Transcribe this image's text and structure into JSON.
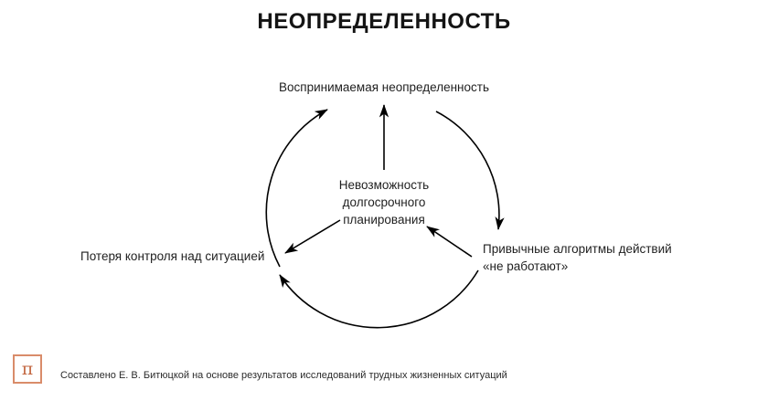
{
  "header": {
    "title": "НЕОПРЕДЕЛЕННОСТЬ"
  },
  "diagram": {
    "type": "cycle-diagram",
    "nodes": {
      "perceived": "Воспринимаемая неопределенность",
      "center": "Невозможность\nдолгосрочного\nпланирования",
      "algorithms": "Привычные алгоритмы действий\n«не работают»",
      "control": "Потеря контроля над ситуацией"
    },
    "arrows": [
      {
        "name": "arc-control-to-perceived",
        "from": "control",
        "to": "perceived",
        "style": "arc"
      },
      {
        "name": "arc-perceived-to-algorithms",
        "from": "perceived",
        "to": "algorithms",
        "style": "arc"
      },
      {
        "name": "arc-algorithms-to-control",
        "from": "algorithms",
        "to": "control",
        "style": "arc"
      },
      {
        "name": "line-center-to-perceived",
        "from": "center",
        "to": "perceived",
        "style": "straight"
      },
      {
        "name": "line-center-to-control",
        "from": "center",
        "to": "control",
        "style": "straight"
      },
      {
        "name": "line-algorithms-to-center",
        "from": "algorithms",
        "to": "center",
        "style": "straight"
      }
    ],
    "stroke_color": "#000000"
  },
  "footer": {
    "logo_glyph": "π",
    "logo_color": "#c2663f",
    "note": "Составлено Е. В. Битюцкой на основе результатов исследований трудных жизненных ситуаций"
  }
}
